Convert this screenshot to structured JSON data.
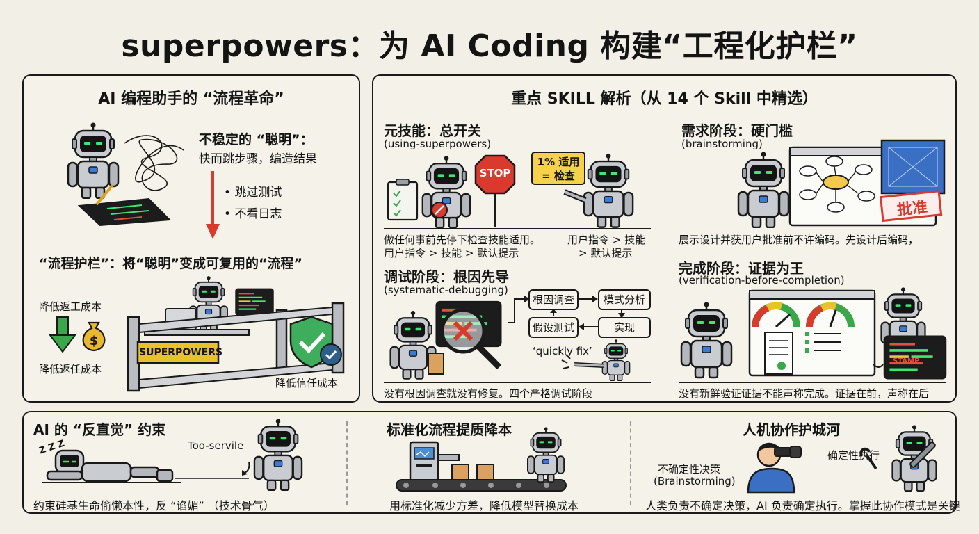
{
  "title": "superpowers：为 AI Coding 构建“工程化护栏”",
  "left": {
    "title": "AI 编程助手的 “流程革命”",
    "unstable_title": "不稳定的 “聪明”：",
    "unstable_desc": "快而跳步骤，编造结果",
    "bullets": [
      "跳过测试",
      "不看日志"
    ],
    "guardrail_title": "“流程护栏”：将“聪明”变成可复用的“流程”",
    "cost_rework": "降低返工成本",
    "cost_return": "降低返任成本",
    "cost_trust": "降低信任成本",
    "fence_label": "SUPERPOWERS"
  },
  "skills": {
    "title": "重点 SKILL 解析（从 14 个 Skill 中精选）",
    "meta": {
      "title": "元技能：总开关",
      "sub": "(using-superpowers)",
      "stop": "STOP",
      "bubble_line1": "1% 适用",
      "bubble_line2": "= 检查",
      "caption1": "做任何事前先停下检查技能适用。",
      "caption2": "用户指令 > 技能 > 默认提示",
      "caption3": "用户指令 > 技能",
      "caption4": "> 默认提示"
    },
    "req": {
      "title": "需求阶段：硬门槛",
      "sub": "(brainstorming)",
      "stamp": "批准",
      "caption": "展示设计并获用户批准前不许编码。先设计后编码，"
    },
    "debug": {
      "title": "调试阶段：根因先导",
      "sub": "(systematic-debugging)",
      "steps": [
        "根因调查",
        "模式分析",
        "实现",
        "假设测试"
      ],
      "quick": "‘quickly fix’",
      "caption": "没有根因调查就没有修复。四个严格调试阶段"
    },
    "verify": {
      "title": "完成阶段：证据为王",
      "sub": "(verification-before-completion)",
      "stamp": "STAMP",
      "caption": "没有新鲜验证证据不能声称完成。证据在前，声称在后"
    }
  },
  "bottom": {
    "anti": {
      "title": "AI 的 “反直觉” 约束",
      "zzz": "Z Z Z",
      "servile": "Too-servile",
      "caption": "约束硅基生命偷懒本性，反 “谄媚” （技术骨气）"
    },
    "std": {
      "title": "标准化流程提质降本",
      "caption": "用标准化减少方差，降低模型替换成本"
    },
    "moat": {
      "title": "人机协作护城河",
      "uncertain1": "不确定性决策",
      "uncertain2": "(Brainstorming)",
      "certain": "确定性执行",
      "caption": "人类负责不确定决策，AI 负责确定执行。掌握此协作模式是关键"
    }
  }
}
